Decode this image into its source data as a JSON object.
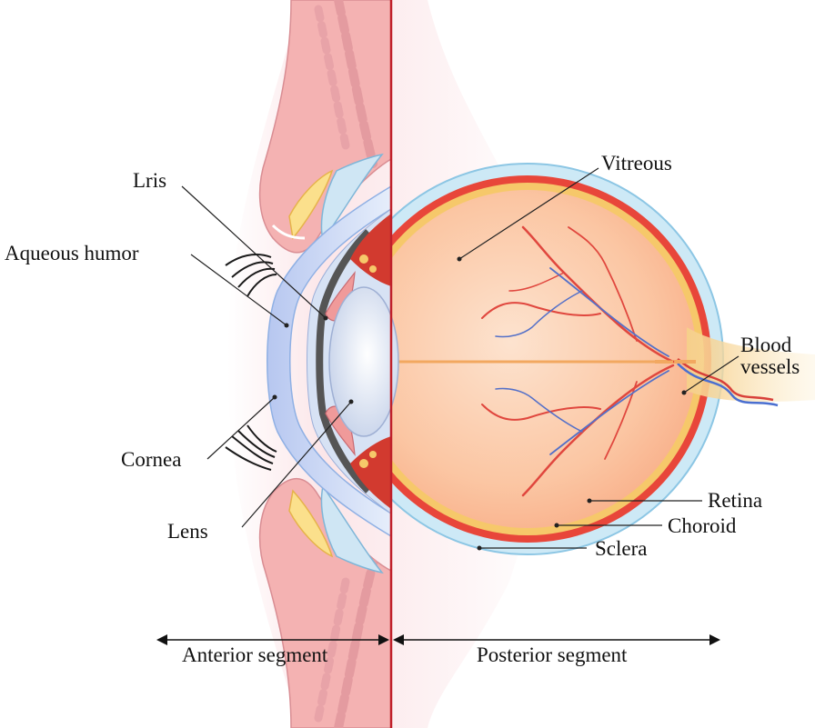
{
  "labels": {
    "iris": "Lris",
    "aqueous_humor": "Aqueous humor",
    "cornea": "Cornea",
    "lens": "Lens",
    "vitreous": "Vitreous",
    "blood_vessels_line1": "Blood",
    "blood_vessels_line2": "vessels",
    "retina": "Retina",
    "choroid": "Choroid",
    "sclera": "Sclera"
  },
  "segments": {
    "anterior": "Anterior segment",
    "posterior": "Posterior segment"
  },
  "colors": {
    "sclera": "#bfe2f2",
    "choroid": "#e8463a",
    "retina": "#f6c86a",
    "vitreous": "#f7a77c",
    "cornea": "#c9def5",
    "lens": "#dde6f3",
    "eyelid": "#f2a6a6",
    "divider": "#c0202a",
    "nerve": "#f8d9a0"
  }
}
